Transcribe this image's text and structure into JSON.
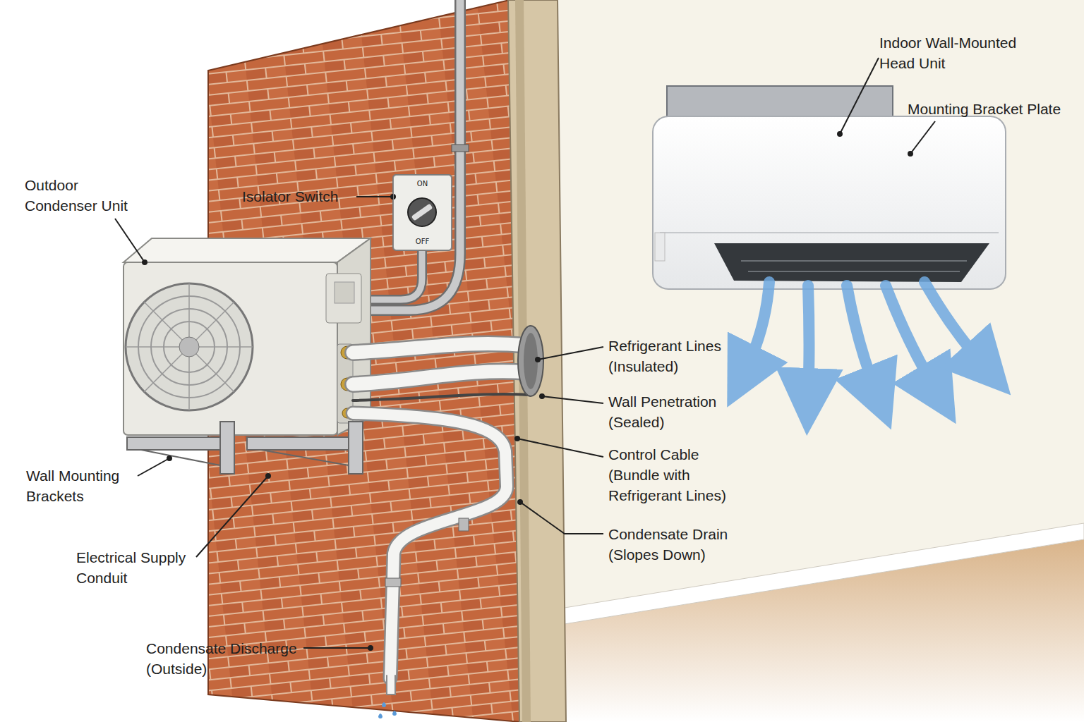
{
  "diagram": {
    "nodes": [
      {
        "text": [
          "ON",
          "OFF"
        ]
      }
    ],
    "labels": [
      "Outdoor Condenser Unit",
      "Isolator Switch",
      "Indoor Wall-Mounted Head Unit",
      "Mounting Bracket Plate",
      "Refrigerant Lines (Insulated)",
      "Wall Penetration (Sealed)",
      "Control Cable (Bundle with Refrigerant Lines)",
      "Condensate Drain (Slopes Down)",
      "Wall Mounting Brackets",
      "Electrical Supply Conduit",
      "Condensate Discharge (Outside)"
    ]
  }
}
